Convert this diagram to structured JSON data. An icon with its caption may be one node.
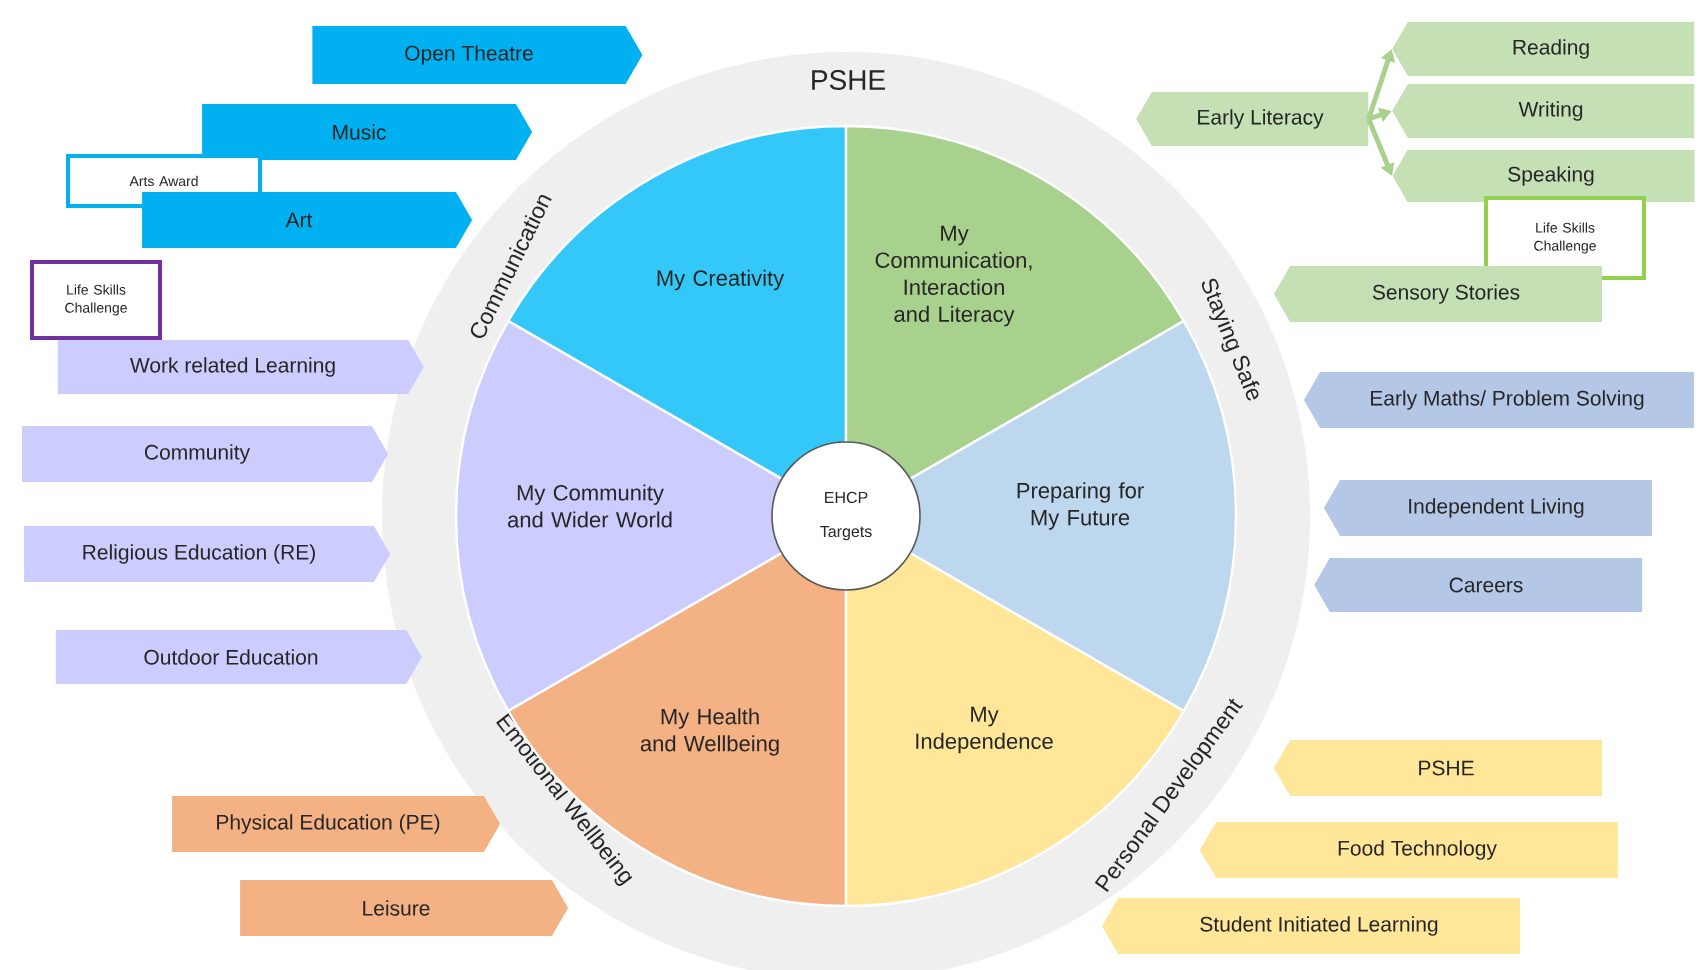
{
  "diagram": {
    "nodes": [
      {
        "text": [
          "PSHE",
          "Communication",
          "Staying Safe",
          "Personal Development",
          "Emotional Wellbeing"
        ]
      },
      {
        "text": [
          "My Creativity"
        ],
        "in": 0
      },
      {
        "text": [
          "My Communication, Interaction and Literacy"
        ],
        "in": 0
      },
      {
        "text": [
          "My Community and Wider World"
        ],
        "in": 0
      },
      {
        "text": [
          "Preparing for My Future"
        ],
        "in": 0
      },
      {
        "text": [
          "My Health and Wellbeing"
        ],
        "in": 0
      },
      {
        "text": [
          "My Independence"
        ],
        "in": 0
      },
      {
        "text": [
          "EHCP Targets"
        ],
        "in": 0
      },
      {
        "text": [
          "Open Theatre"
        ]
      },
      {
        "text": [
          "Music"
        ]
      },
      {
        "text": [
          "Arts Award"
        ]
      },
      {
        "text": [
          "Art"
        ]
      },
      {
        "text": [
          "Life Skills Challenge"
        ]
      },
      {
        "text": [
          "Work related Learning"
        ]
      },
      {
        "text": [
          "Community"
        ]
      },
      {
        "text": [
          "Religious Education (RE)"
        ]
      },
      {
        "text": [
          "Outdoor Education"
        ]
      },
      {
        "text": [
          "Physical Education (PE)"
        ]
      },
      {
        "text": [
          "Leisure"
        ]
      },
      {
        "text": [
          "Early Literacy"
        ]
      },
      {
        "text": [
          "Reading"
        ]
      },
      {
        "text": [
          "Writing"
        ]
      },
      {
        "text": [
          "Speaking"
        ]
      },
      {
        "text": [
          "Life Skills Challenge"
        ]
      },
      {
        "text": [
          "Sensory Stories"
        ]
      },
      {
        "text": [
          "Early Maths/ Problem Solving"
        ]
      },
      {
        "text": [
          "Independent Living"
        ]
      },
      {
        "text": [
          "Careers"
        ]
      },
      {
        "text": [
          "PSHE"
        ]
      },
      {
        "text": [
          "Food Technology"
        ]
      },
      {
        "text": [
          "Student Initiated Learning"
        ]
      }
    ],
    "edges": [
      {
        "from": 19,
        "to": 20,
        "arrow": "to"
      },
      {
        "from": 19,
        "to": 21,
        "arrow": "to"
      },
      {
        "from": 19,
        "to": 22,
        "arrow": "to"
      }
    ]
  }
}
